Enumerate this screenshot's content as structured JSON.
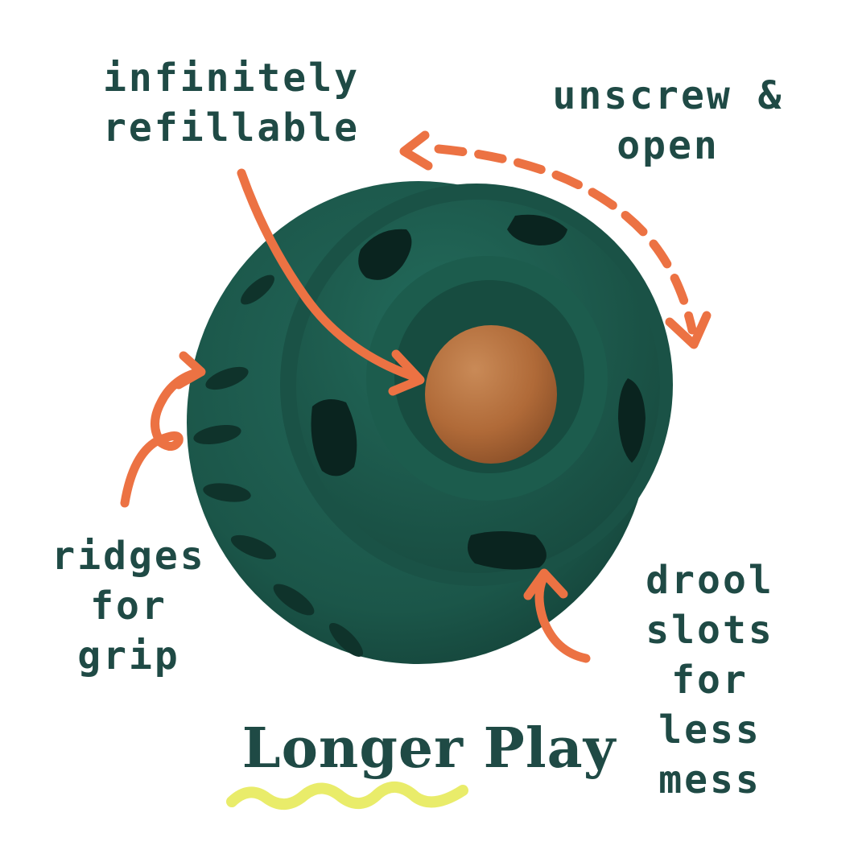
{
  "callouts": {
    "refill": {
      "lines": [
        "infinitely",
        "refillable"
      ]
    },
    "unscrew": {
      "lines": [
        "unscrew &",
        "open"
      ]
    },
    "ridges": {
      "lines": [
        "ridges",
        "for grip"
      ]
    },
    "drool": {
      "lines": [
        "drool",
        "slots for",
        "less mess"
      ]
    }
  },
  "headline": "Longer Play",
  "colors": {
    "text": "#1f4a45",
    "toy_green": "#1e5b4b",
    "toy_dark": "#163f35",
    "treat": "#b5703e",
    "arrow": "#ec7243",
    "squiggle": "#e9ec6a"
  },
  "icons": {
    "product": "treat-ball-toy",
    "arrows": [
      "curved-arrow",
      "dashed-double-arrow",
      "loop-arrow",
      "curved-arrow"
    ]
  }
}
